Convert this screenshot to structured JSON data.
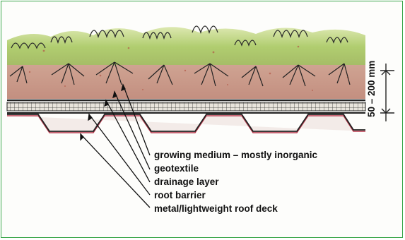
{
  "labels": {
    "growing_medium": "growing medium – mostly inorganic",
    "geotextile": "geotextile",
    "drainage_layer": "drainage layer",
    "root_barrier": "root barrier",
    "roof_deck": "metal/lightweight  roof deck"
  },
  "dimension": "50 – 200 mm",
  "colors": {
    "border": "#3aa64a",
    "vegetation": "#8fbf3a",
    "soil": "#c99a8a",
    "ink": "#111111"
  }
}
